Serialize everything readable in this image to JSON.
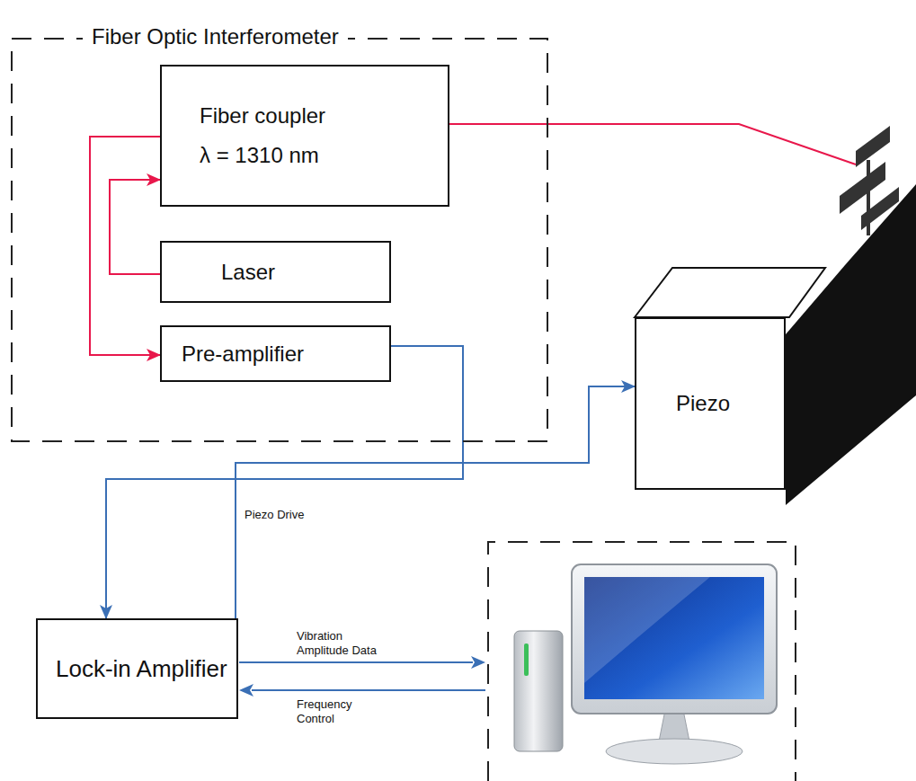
{
  "diagram": {
    "nodes": [
      {
        "text": [
          "Fiber Optic Interferometer"
        ]
      },
      {
        "text": [
          "Fiber coupler",
          "λ = 1310 nm"
        ],
        "in": 0
      },
      {
        "text": [
          "Laser"
        ],
        "in": 0
      },
      {
        "text": [
          "Pre-amplifier"
        ],
        "in": 0
      },
      {
        "text": [
          "Piezo"
        ]
      },
      {
        "text": [
          "Lock-in Amplifier"
        ]
      }
    ],
    "edges": [
      {
        "from": 2,
        "to": 1,
        "arrow": "to"
      },
      {
        "from": 1,
        "to": 3,
        "arrow": "to"
      },
      {
        "from": 3,
        "to": 5,
        "arrow": "to"
      },
      {
        "from": 5,
        "to": 4,
        "label": "Piezo Drive",
        "arrow": "to"
      }
    ],
    "labels": [
      "Vibration Amplitude Data",
      "Frequency Control"
    ]
  }
}
